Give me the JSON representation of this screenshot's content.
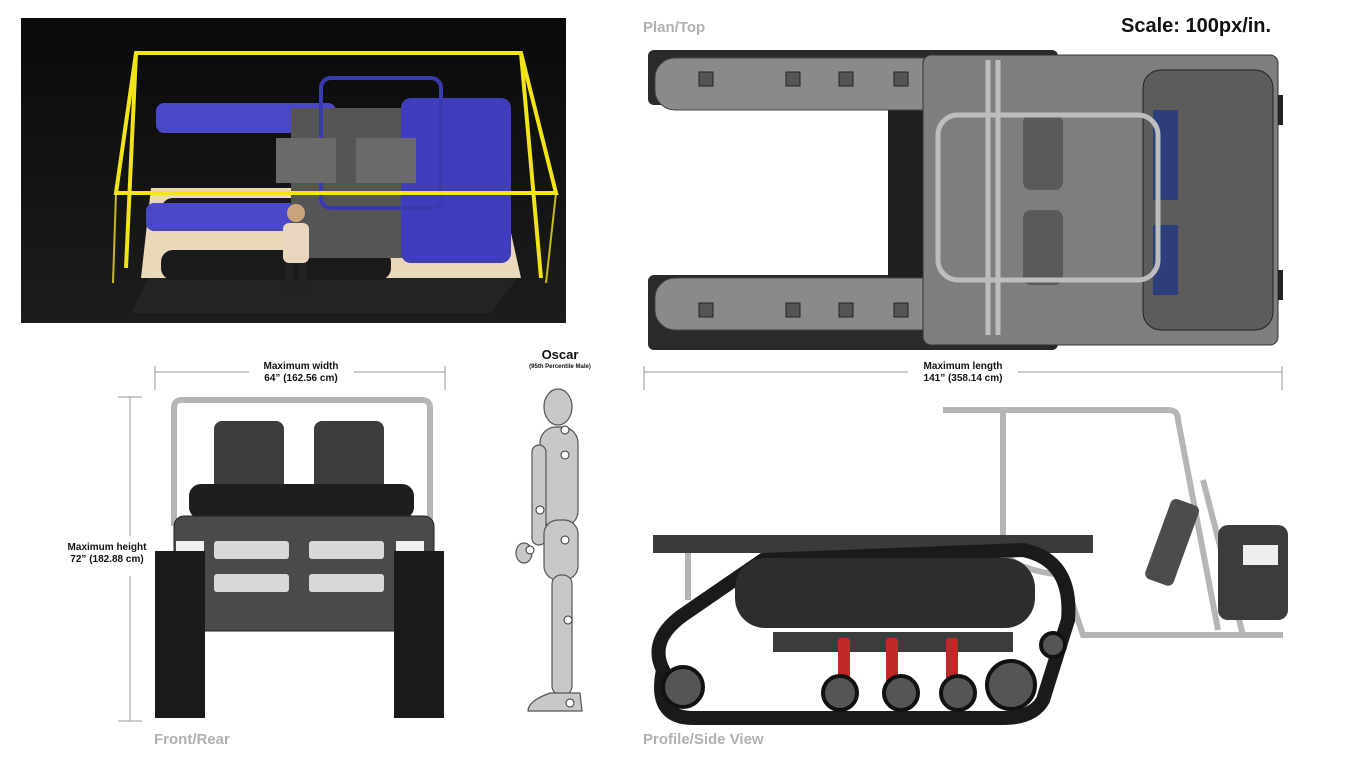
{
  "scale_label": "Scale: 100px/in.",
  "views": {
    "plan": "Plan/Top",
    "front": "Front/Rear",
    "profile": "Profile/Side View"
  },
  "dimensions": {
    "width_title": "Maximum width",
    "width_value": "64” (162.56 cm)",
    "length_title": "Maximum length",
    "length_value": "141” (358.14 cm)",
    "height_title": "Maximum height",
    "height_value": "72” (182.88 cm)"
  },
  "figure": {
    "name": "Oscar",
    "description": "(95th Percentile Male)"
  },
  "colors": {
    "bounding_box": "#f2e418",
    "body_blue": "#4a48c8",
    "wheel_bracket": "#c0282a",
    "track_dark": "#2a2a2a",
    "frame_gray": "#8a8a8a"
  }
}
